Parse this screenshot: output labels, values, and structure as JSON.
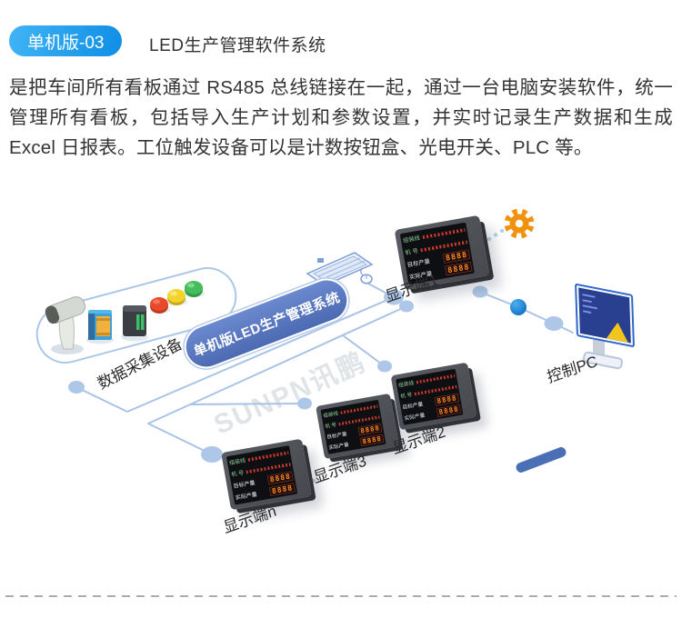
{
  "header": {
    "badge_label": "单机版-03",
    "title": "LED生产管理软件系统"
  },
  "description": "是把车间所有看板通过 RS485 总线链接在一起，通过一台电脑安装软件，统一管理所有看板，包括导入生产计划和参数设置，并实时记录生产数据和生成 Excel 日报表。工位触发设备可以是计数按钮盒、光电开关、PLC 等。",
  "diagram": {
    "banner_label": "单机版LED生产管理系统",
    "devices_group_label": "数据采集设备",
    "watermark": "SUNPN讯鹏",
    "pc_label": "控制PC",
    "displays": [
      {
        "label": "显示端1"
      },
      {
        "label": "显示端2"
      },
      {
        "label": "显示端3"
      },
      {
        "label": "显示端n"
      }
    ],
    "board": {
      "rows": [
        {
          "label": "组装线"
        },
        {
          "label": "机 号"
        },
        {
          "label": "目标产量",
          "value": "8888"
        },
        {
          "label": "实际产量",
          "value": "8888"
        }
      ]
    },
    "colors": {
      "line": "#a9c3e6",
      "node": "#aec7e8",
      "banner": "#5872bd",
      "badge_start": "#41b4f4",
      "badge_end": "#0e8ee6",
      "gear": "#f0920e",
      "ball": "#1e8fdc",
      "led_digit": "#ff8b1e",
      "pill": "#4a6fb5"
    }
  }
}
